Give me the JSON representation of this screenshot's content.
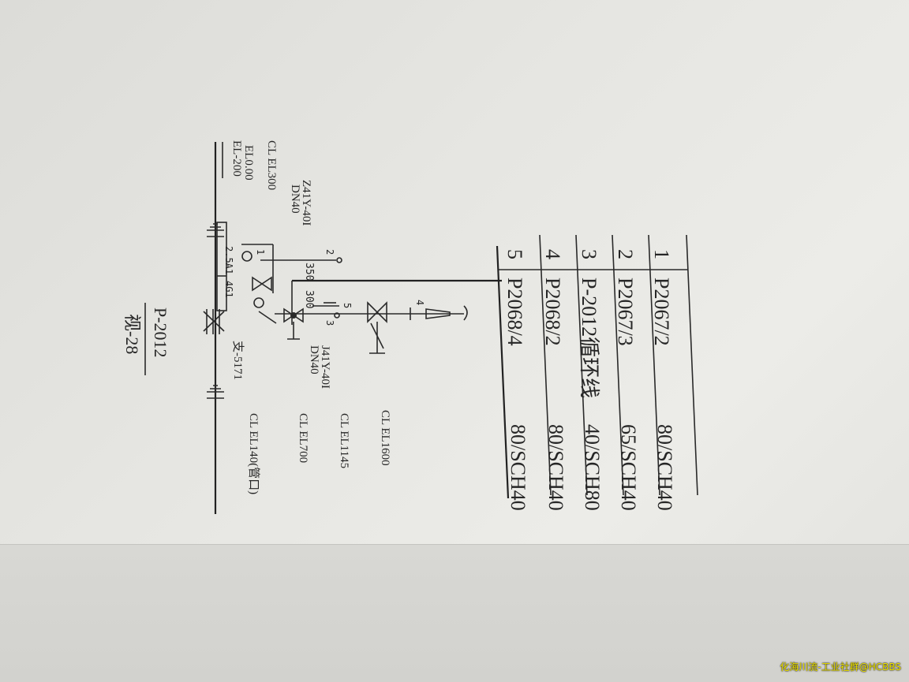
{
  "table": {
    "rows": [
      {
        "no": "1",
        "line": "P2067/2",
        "size": "80/SCH40"
      },
      {
        "no": "2",
        "line": "P2067/3",
        "size": "65/SCH40"
      },
      {
        "no": "3",
        "line": "P-2012循环线",
        "size": "40/SCH80"
      },
      {
        "no": "4",
        "line": "P2068/2",
        "size": "80/SCH40"
      },
      {
        "no": "5",
        "line": "P2068/4",
        "size": "80/SCH40"
      }
    ]
  },
  "diagram": {
    "elevations": {
      "cl_el300": "CL EL300",
      "el000": "EL0.00",
      "el_200": "EL-200",
      "cl_el1600": "CL EL1600",
      "cl_el1145": "CL EL1145",
      "cl_el700": "CL EL700",
      "cl_el140": "CL EL140(管口)"
    },
    "valves": {
      "z41y": "Z41Y-40I",
      "z41y_dn": "DN40",
      "j41y": "J41Y-40I",
      "j41y_dn": "DN40"
    },
    "dims": {
      "d350": "350",
      "d300": "300"
    },
    "markers": {
      "n1": "1",
      "n2": "2",
      "n3": "3",
      "n4": "4",
      "n5": "5"
    },
    "base": {
      "bolt": "2.5A1",
      "count": "4G1"
    },
    "support": "支-5171",
    "title": {
      "pump": "P-2012",
      "view": "视-28"
    }
  },
  "watermark": "化海川流-工业社群@HCBBS"
}
